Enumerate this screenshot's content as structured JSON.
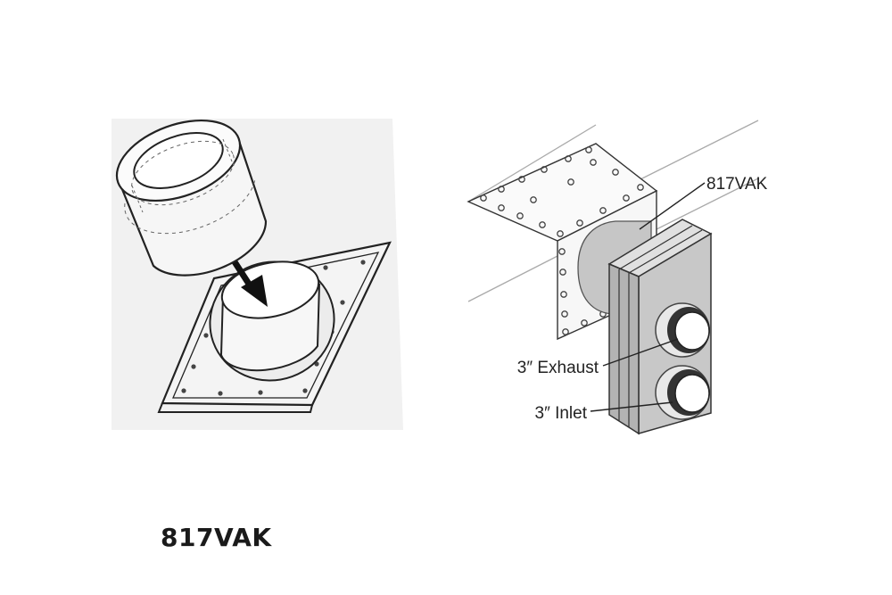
{
  "labels": {
    "model_callout": "817VAK",
    "exhaust": "3″ Exhaust",
    "inlet": "3″ Inlet"
  },
  "caption": "817VAK"
}
